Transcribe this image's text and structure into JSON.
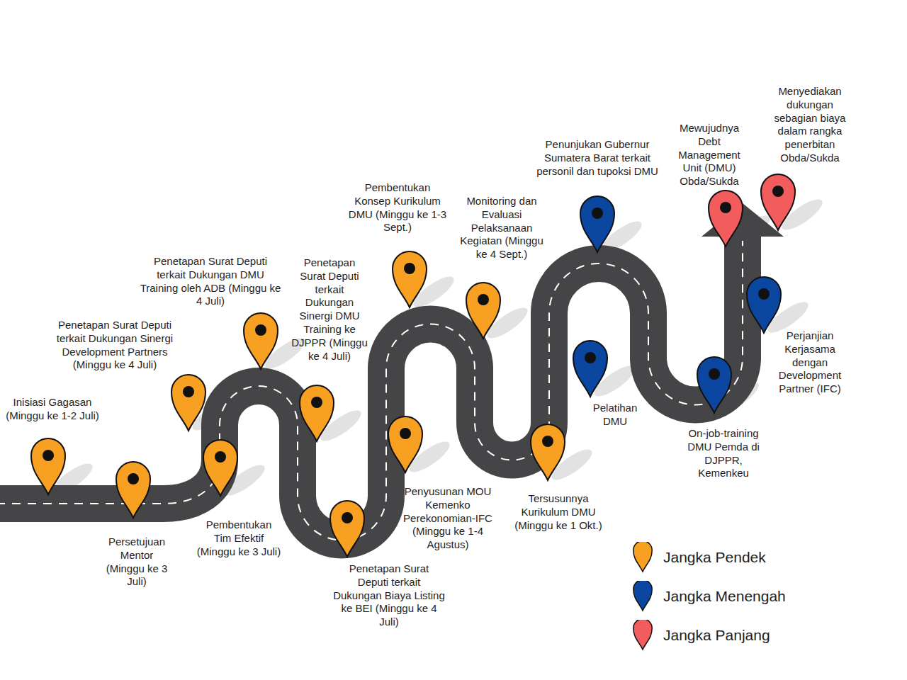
{
  "diagram": {
    "labels": [
      "Inisiasi Gagasan (Minggu ke 1-2 Juli)",
      "Persetujuan Mentor (Minggu ke 3 Juli)",
      "Penetapan Surat Deputi terkait Dukungan Sinergi Development Partners (Minggu ke 4 Juli)",
      "Pembentukan Tim Efektif (Minggu ke 3 Juli)",
      "Penetapan Surat Deputi terkait Dukungan DMU Training oleh ADB (Minggu ke 4 Juli)",
      "Penetapan Surat Deputi terkait Dukungan Sinergi DMU Training ke DJPPR (Minggu ke 4 Juli)",
      "Penetapan Surat Deputi terkait Dukungan Biaya Listing ke BEI (Minggu ke 4 Juli)",
      "Penyusunan MOU Kemenko Perekonomian-IFC (Minggu ke 1-4 Agustus)",
      "Pembentukan Konsep Kurikulum DMU (Minggu ke 1-3 Sept.)",
      "Monitoring dan Evaluasi Pelaksanaan Kegiatan (Minggu ke 4 Sept.)",
      "Tersusunnya Kurikulum DMU (Minggu ke 1 Okt.)",
      "Penunjukan Gubernur Sumatera Barat terkait personil dan tupoksi DMU",
      "Pelatihan DMU",
      "On-job-training DMU Pemda di DJPPR, Kemenkeu",
      "Mewujudnya Debt Management Unit (DMU) Obda/Sukda",
      "Perjanjian Kerjasama dengan Development Partner (IFC)",
      "Menyediakan dukungan sebagian biaya dalam rangka penerbitan Obda/Sukda"
    ],
    "legend": [
      {
        "text": "Jangka Pendek",
        "color": "#f7a021"
      },
      {
        "text": "Jangka Menengah",
        "color": "#0b47a1"
      },
      {
        "text": "Jangka Panjang",
        "color": "#f25c5c"
      }
    ]
  }
}
